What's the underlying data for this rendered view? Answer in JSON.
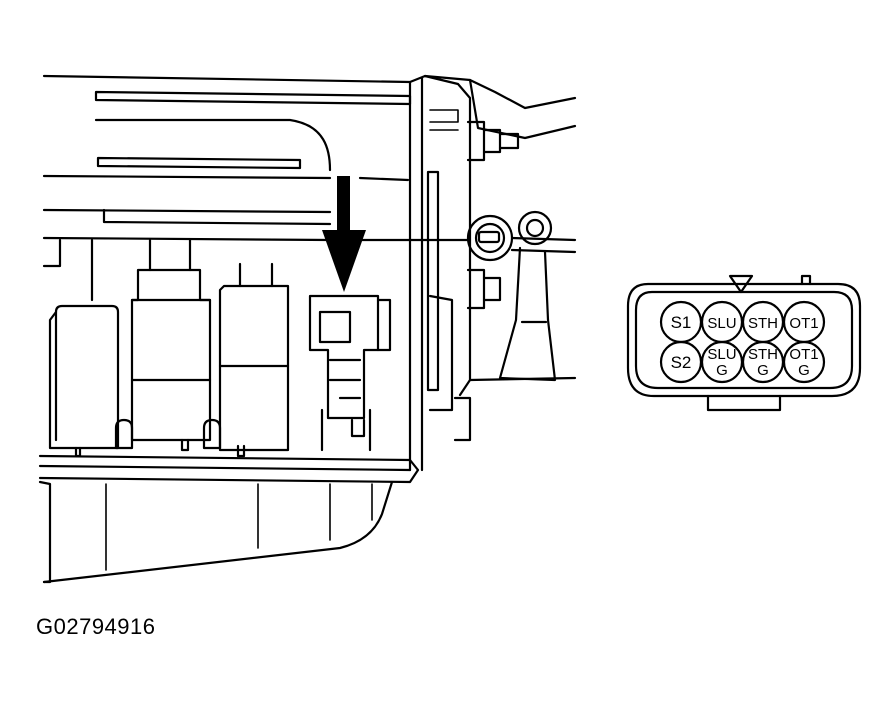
{
  "figure_id": "G02794916",
  "connector": {
    "pins_top": [
      {
        "id": "s1",
        "label": "S1"
      },
      {
        "id": "slu",
        "label": "SLU"
      },
      {
        "id": "sth",
        "label": "STH"
      },
      {
        "id": "ot1",
        "label": "OT1"
      }
    ],
    "pins_bottom": [
      {
        "id": "s2",
        "label": "S2",
        "sub": ""
      },
      {
        "id": "slu-g",
        "label": "SLU",
        "sub": "G"
      },
      {
        "id": "sth-g",
        "label": "STH",
        "sub": "G"
      },
      {
        "id": "ot1-g",
        "label": "OT1",
        "sub": "G"
      }
    ]
  }
}
